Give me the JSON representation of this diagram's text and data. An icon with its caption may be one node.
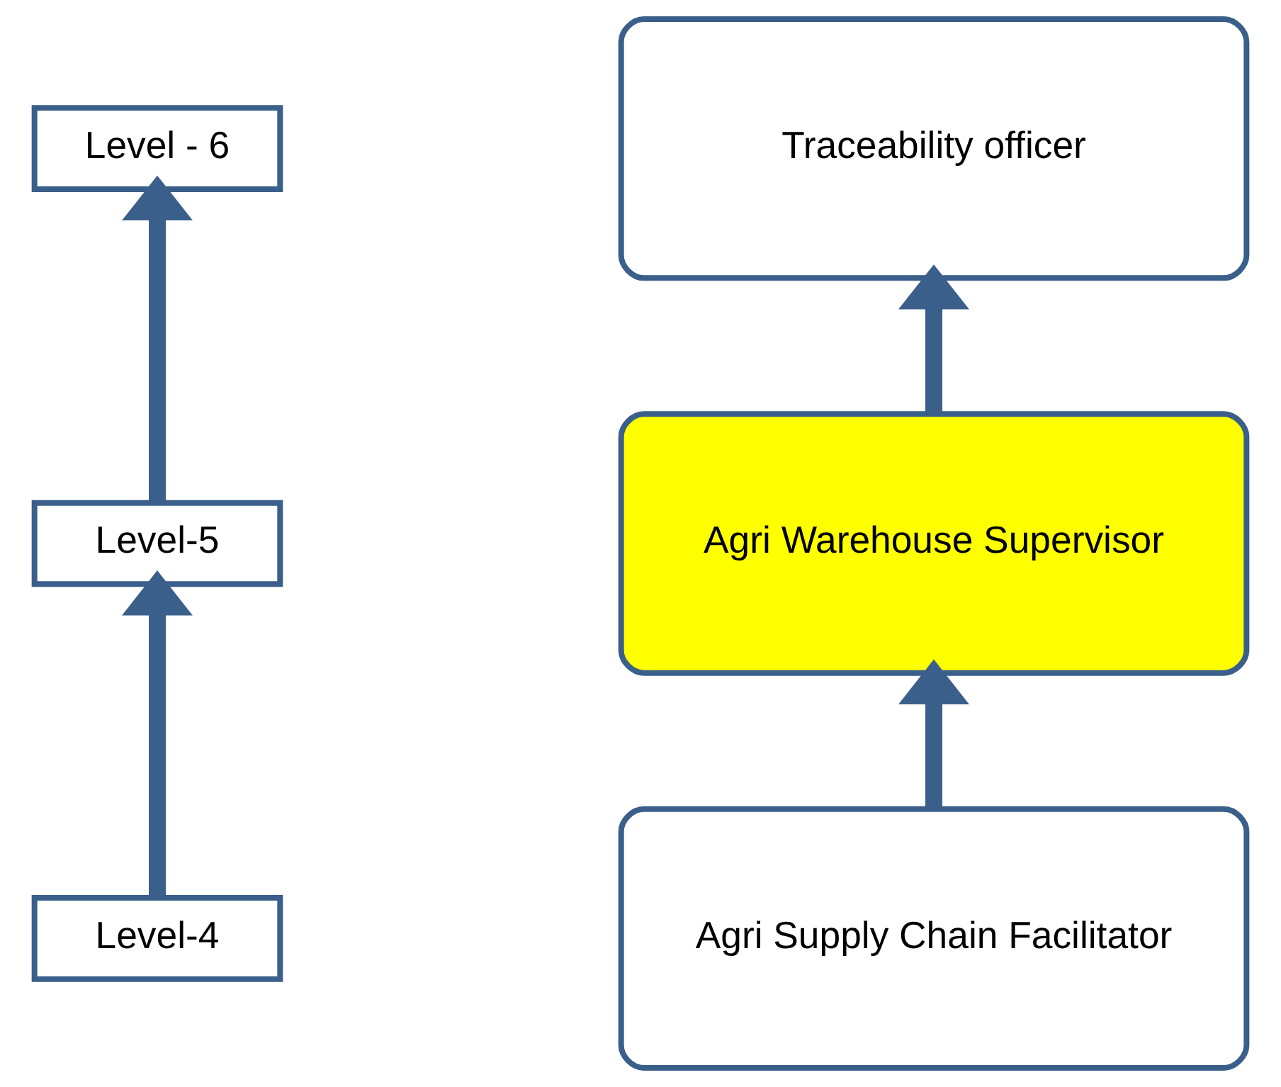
{
  "diagram": {
    "nodes": [
      {
        "text": [
          "Level - 6"
        ]
      },
      {
        "text": [
          "Level-5"
        ]
      },
      {
        "text": [
          "Level-4"
        ]
      },
      {
        "text": [
          "Traceability officer"
        ]
      },
      {
        "text": [
          "Agri Warehouse Supervisor"
        ]
      },
      {
        "text": [
          "Agri Supply Chain Facilitator"
        ]
      }
    ],
    "edges": [
      {
        "from": 2,
        "to": 1,
        "arrow": "to"
      },
      {
        "from": 1,
        "to": 0,
        "arrow": "to"
      },
      {
        "from": 5,
        "to": 4,
        "arrow": "to"
      },
      {
        "from": 4,
        "to": 3,
        "arrow": "to"
      }
    ]
  }
}
